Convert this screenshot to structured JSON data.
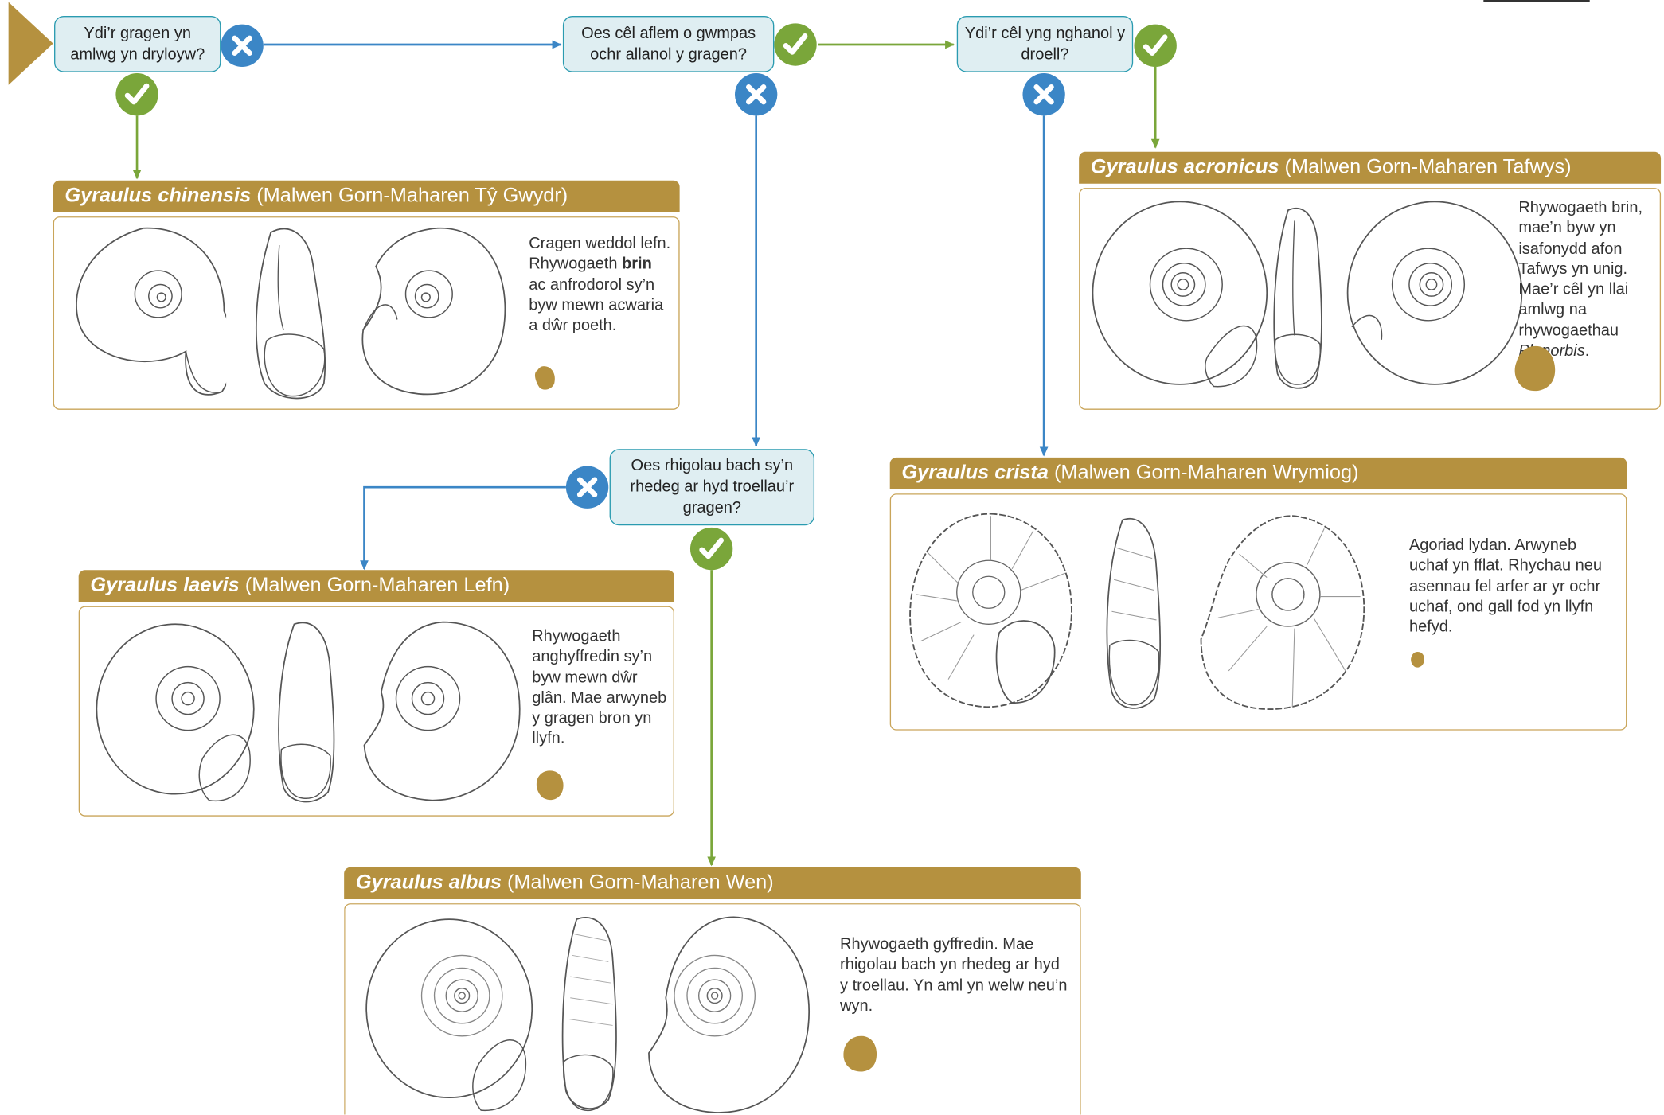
{
  "questions": {
    "q1": "Ydi’r gragen yn amlwg yn dryloyw?",
    "q2": "Oes cêl aflem o gwmpas ochr allanol y gragen?",
    "q3": "Ydi’r cêl yng nghanol y droell?",
    "q4": "Oes rhigolau bach sy’n rhedeg ar hyd troellau’r gragen?"
  },
  "answer_icons": {
    "yes": "check-icon",
    "no": "cross-icon"
  },
  "colors": {
    "yes_badge": "#7aa63a",
    "no_badge": "#3b86c6",
    "question_fill": "#dfeef2",
    "question_border": "#2a9bb0",
    "species_header": "#b5913f",
    "species_border": "#c9a55a",
    "start_arrow": "#b5913f"
  },
  "species": {
    "chinensis": {
      "latin": "Gyraulus chinensis",
      "common": "(Malwen Gorn-Maharen Tŷ Gwydr)",
      "desc_1": "Cragen weddol lefn. Rhywogaeth",
      "desc_bold": "brin",
      "desc_2": "ac anfrodorol sy’n byw mewn acwaria a dŵr poeth."
    },
    "acronicus": {
      "latin": "Gyraulus acronicus",
      "common": "(Malwen Gorn-Maharen Tafwys)",
      "desc_1": "Rhywogaeth brin, mae’n byw yn isafonydd afon Tafwys yn unig. Mae’r cêl yn llai amlwg na rhywogaethau",
      "desc_italic": "Planorbis",
      "desc_end": "."
    },
    "laevis": {
      "latin": "Gyraulus laevis",
      "common": "(Malwen Gorn-Maharen Lefn)",
      "desc": "Rhywogaeth anghyffredin sy’n byw mewn dŵr glân. Mae arwyneb y gragen bron yn llyfn."
    },
    "crista": {
      "latin": "Gyraulus crista",
      "common": "(Malwen Gorn-Maharen Wrymiog)",
      "desc": "Agoriad lydan. Arwyneb uchaf yn fflat. Rhychau neu asennau fel arfer ar yr ochr uchaf, ond gall fod yn llyfn hefyd."
    },
    "albus": {
      "latin": "Gyraulus albus",
      "common": "(Malwen Gorn-Maharen Wen)",
      "desc": "Rhywogaeth gyffredin. Mae rhigolau bach yn rhedeg ar hyd y troellau. Yn aml yn welw neu’n wyn."
    }
  }
}
